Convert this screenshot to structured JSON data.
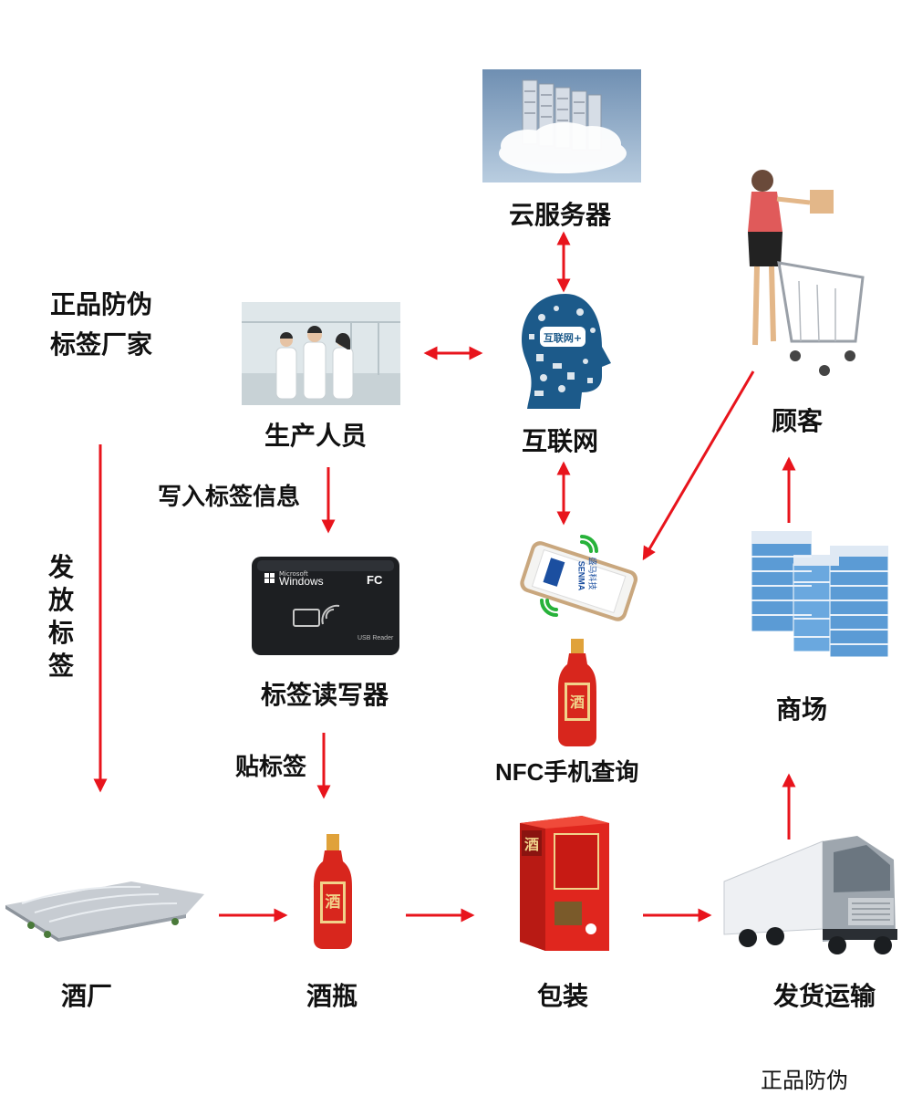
{
  "nodes": {
    "cloud_server": "云服务器",
    "internet": "互联网",
    "internet_badge": "互联网+",
    "producers": "生产人员",
    "customer": "顾客",
    "reader": "标签读写器",
    "nfc_query": "NFC手机查询",
    "mall": "商场",
    "distillery": "酒厂",
    "bottle": "酒瓶",
    "packaging": "包装",
    "shipping": "发货运输"
  },
  "edges": {
    "write_tag_info": "写入标签信息",
    "attach_tag": "贴标签",
    "issue_tags": "发放标签"
  },
  "maker": {
    "line1": "正品防伪",
    "line2": "标签厂家"
  },
  "footer": "正品防伪",
  "device_text": {
    "reader_brand": "Windows",
    "reader_brand_small": "Microsoft",
    "reader_model": "USB Reader",
    "reader_fc": "FC",
    "phone_logo": "SENMA",
    "phone_text": "盛马科技",
    "bottle_char": "酒"
  },
  "colors": {
    "arrow": "#e8141c",
    "bottle": "#d8261d",
    "reader": "#1d1f22",
    "building": "#5b9bd5"
  }
}
